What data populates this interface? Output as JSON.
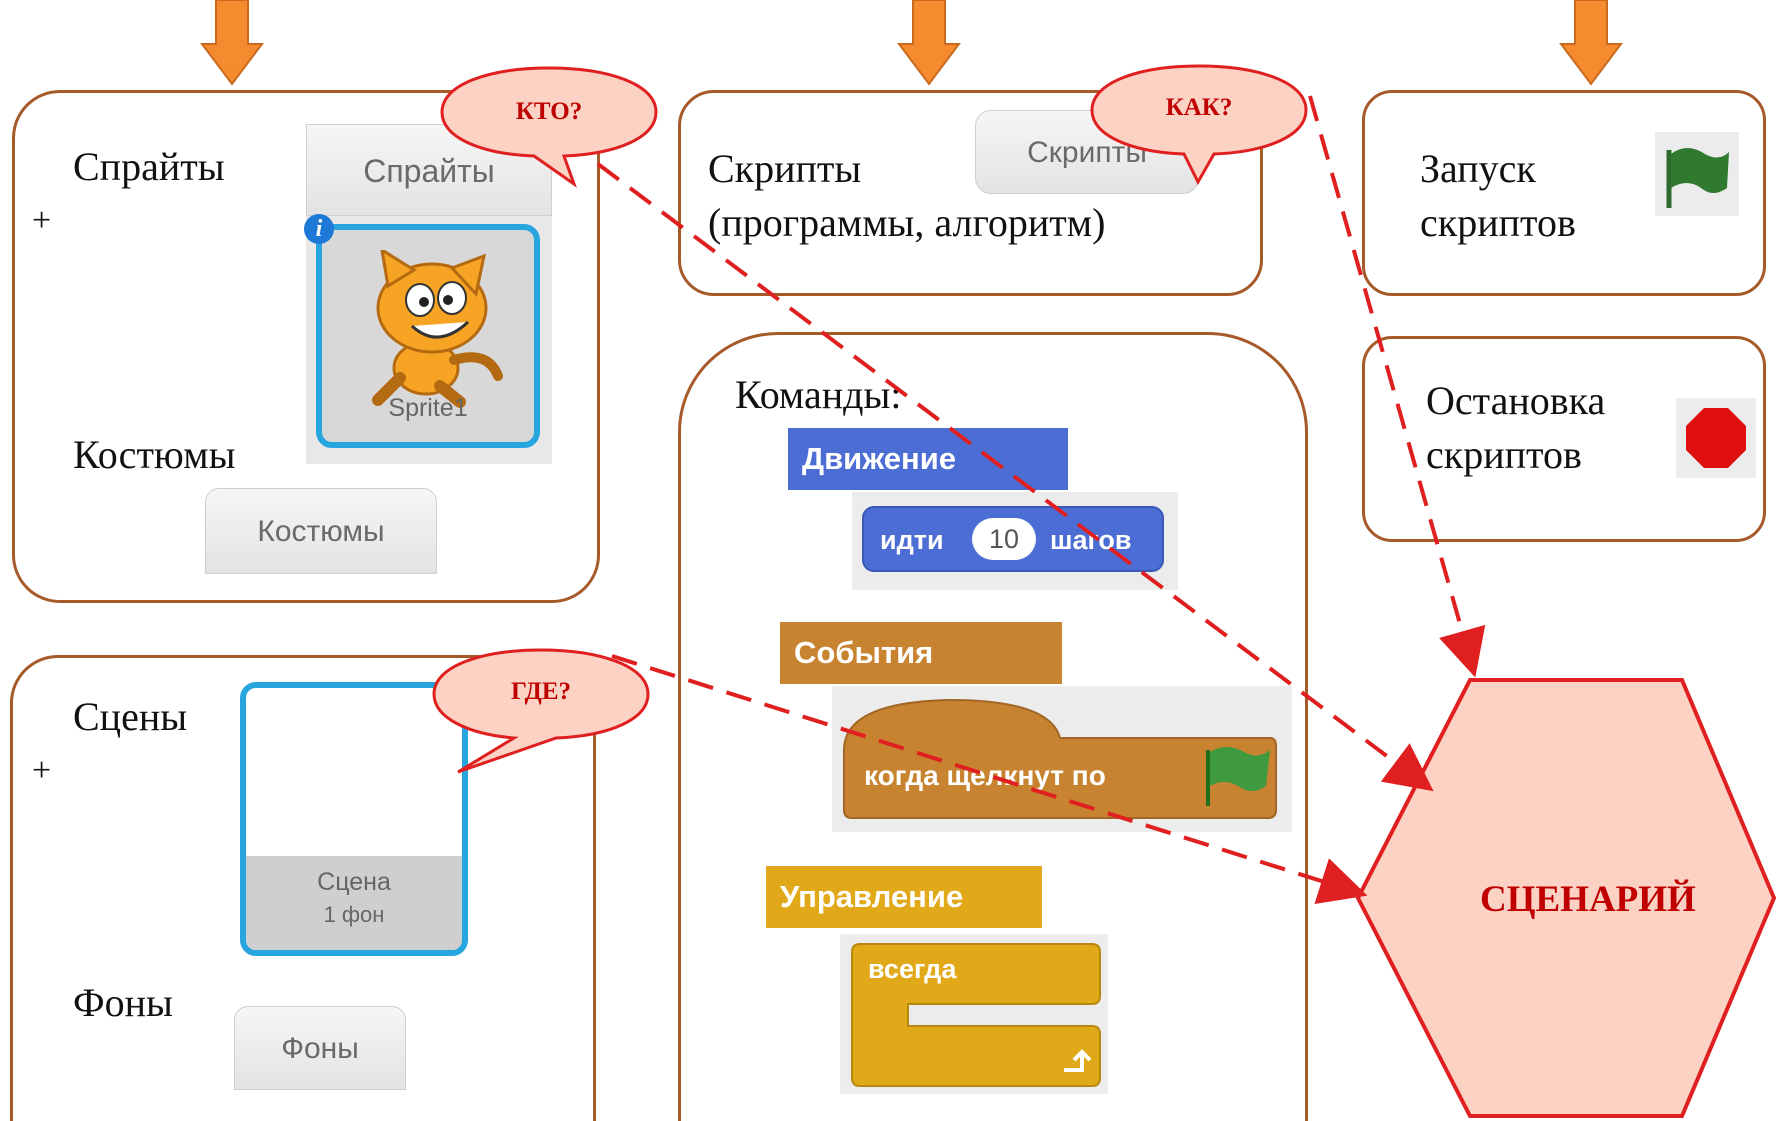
{
  "sprites_panel": {
    "title": "Спрайты",
    "plus": "+",
    "tab_label": "Спрайты",
    "sprite_name": "Sprite1",
    "costumes_label": "Костюмы",
    "costumes_button": "Костюмы",
    "bubble": "КТО?"
  },
  "stage_panel": {
    "title": "Сцены",
    "plus": "+",
    "stage_name": "Сцена",
    "stage_sub": "1 фон",
    "backdrops_label": "Фоны",
    "backdrops_button": "Фоны",
    "bubble": "ГДЕ?"
  },
  "scripts_panel": {
    "title": "Скрипты",
    "subtitle": "(программы, алгоритм)",
    "tab_label": "Скрипты",
    "bubble": "КАК?"
  },
  "commands_panel": {
    "title": "Команды:",
    "motion": {
      "header": "Движение",
      "block_prefix": "идти",
      "block_value": "10",
      "block_suffix": "шагов",
      "color": "#4c6ed4"
    },
    "events": {
      "header": "События",
      "block_text": "когда щелкнут по",
      "color": "#c88330"
    },
    "control": {
      "header": "Управление",
      "block_text": "всегда",
      "color": "#e1a91a"
    }
  },
  "run_panel": {
    "line1": "Запуск",
    "line2": "скриптов",
    "icon": "green-flag-icon"
  },
  "stop_panel": {
    "line1": "Остановка",
    "line2": "скриптов",
    "icon": "stop-sign-icon"
  },
  "scenario": {
    "label": "СЦЕНАРИЙ"
  },
  "colors": {
    "box_border": "#a65a2a",
    "arrow": "#f58a2e",
    "bubble_fill": "#fbd2c4",
    "accent_red": "#e02020"
  }
}
